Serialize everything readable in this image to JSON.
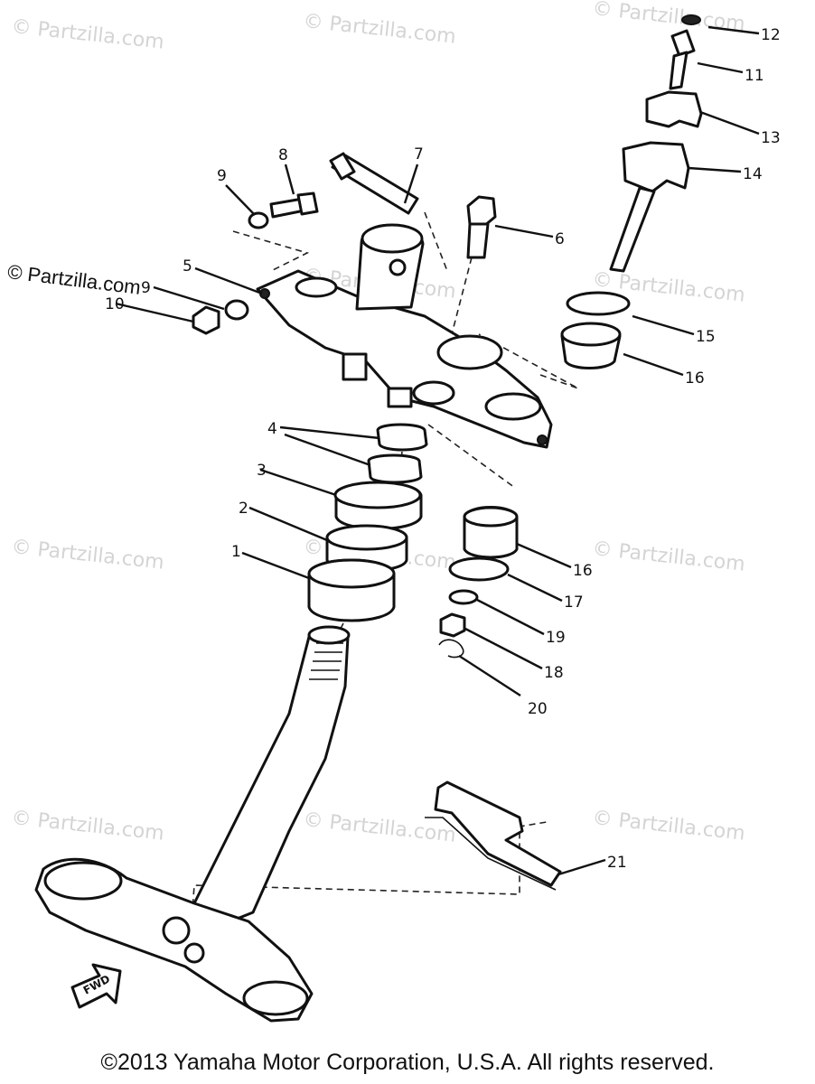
{
  "watermark": "© Partzilla.com",
  "site_tag": "© Partzilla.com",
  "copyright": "©2013  Yamaha Motor Corporation, U.S.A. All rights reserved.",
  "fwd_label": "FWD",
  "callouts": {
    "c1": "1",
    "c2": "2",
    "c3": "3",
    "c4": "4",
    "c5": "5",
    "c6": "6",
    "c7": "7",
    "c8": "8",
    "c9a": "9",
    "c9b": "9",
    "c10": "10",
    "c11": "11",
    "c12": "12",
    "c13": "13",
    "c14": "14",
    "c15": "15",
    "c16a": "16",
    "c16b": "16",
    "c17": "17",
    "c18": "18",
    "c19": "19",
    "c20": "20",
    "c21": "21"
  }
}
